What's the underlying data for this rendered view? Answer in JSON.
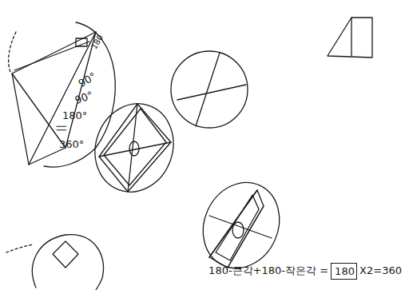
{
  "diagram": {
    "nodes": [
      {
        "text": [
          "180"
        ]
      }
    ],
    "labels": [
      "180",
      "90°",
      "90°",
      "180°",
      "||",
      "360°",
      "180-큰각+180-작은각 =",
      "X2=360"
    ]
  }
}
